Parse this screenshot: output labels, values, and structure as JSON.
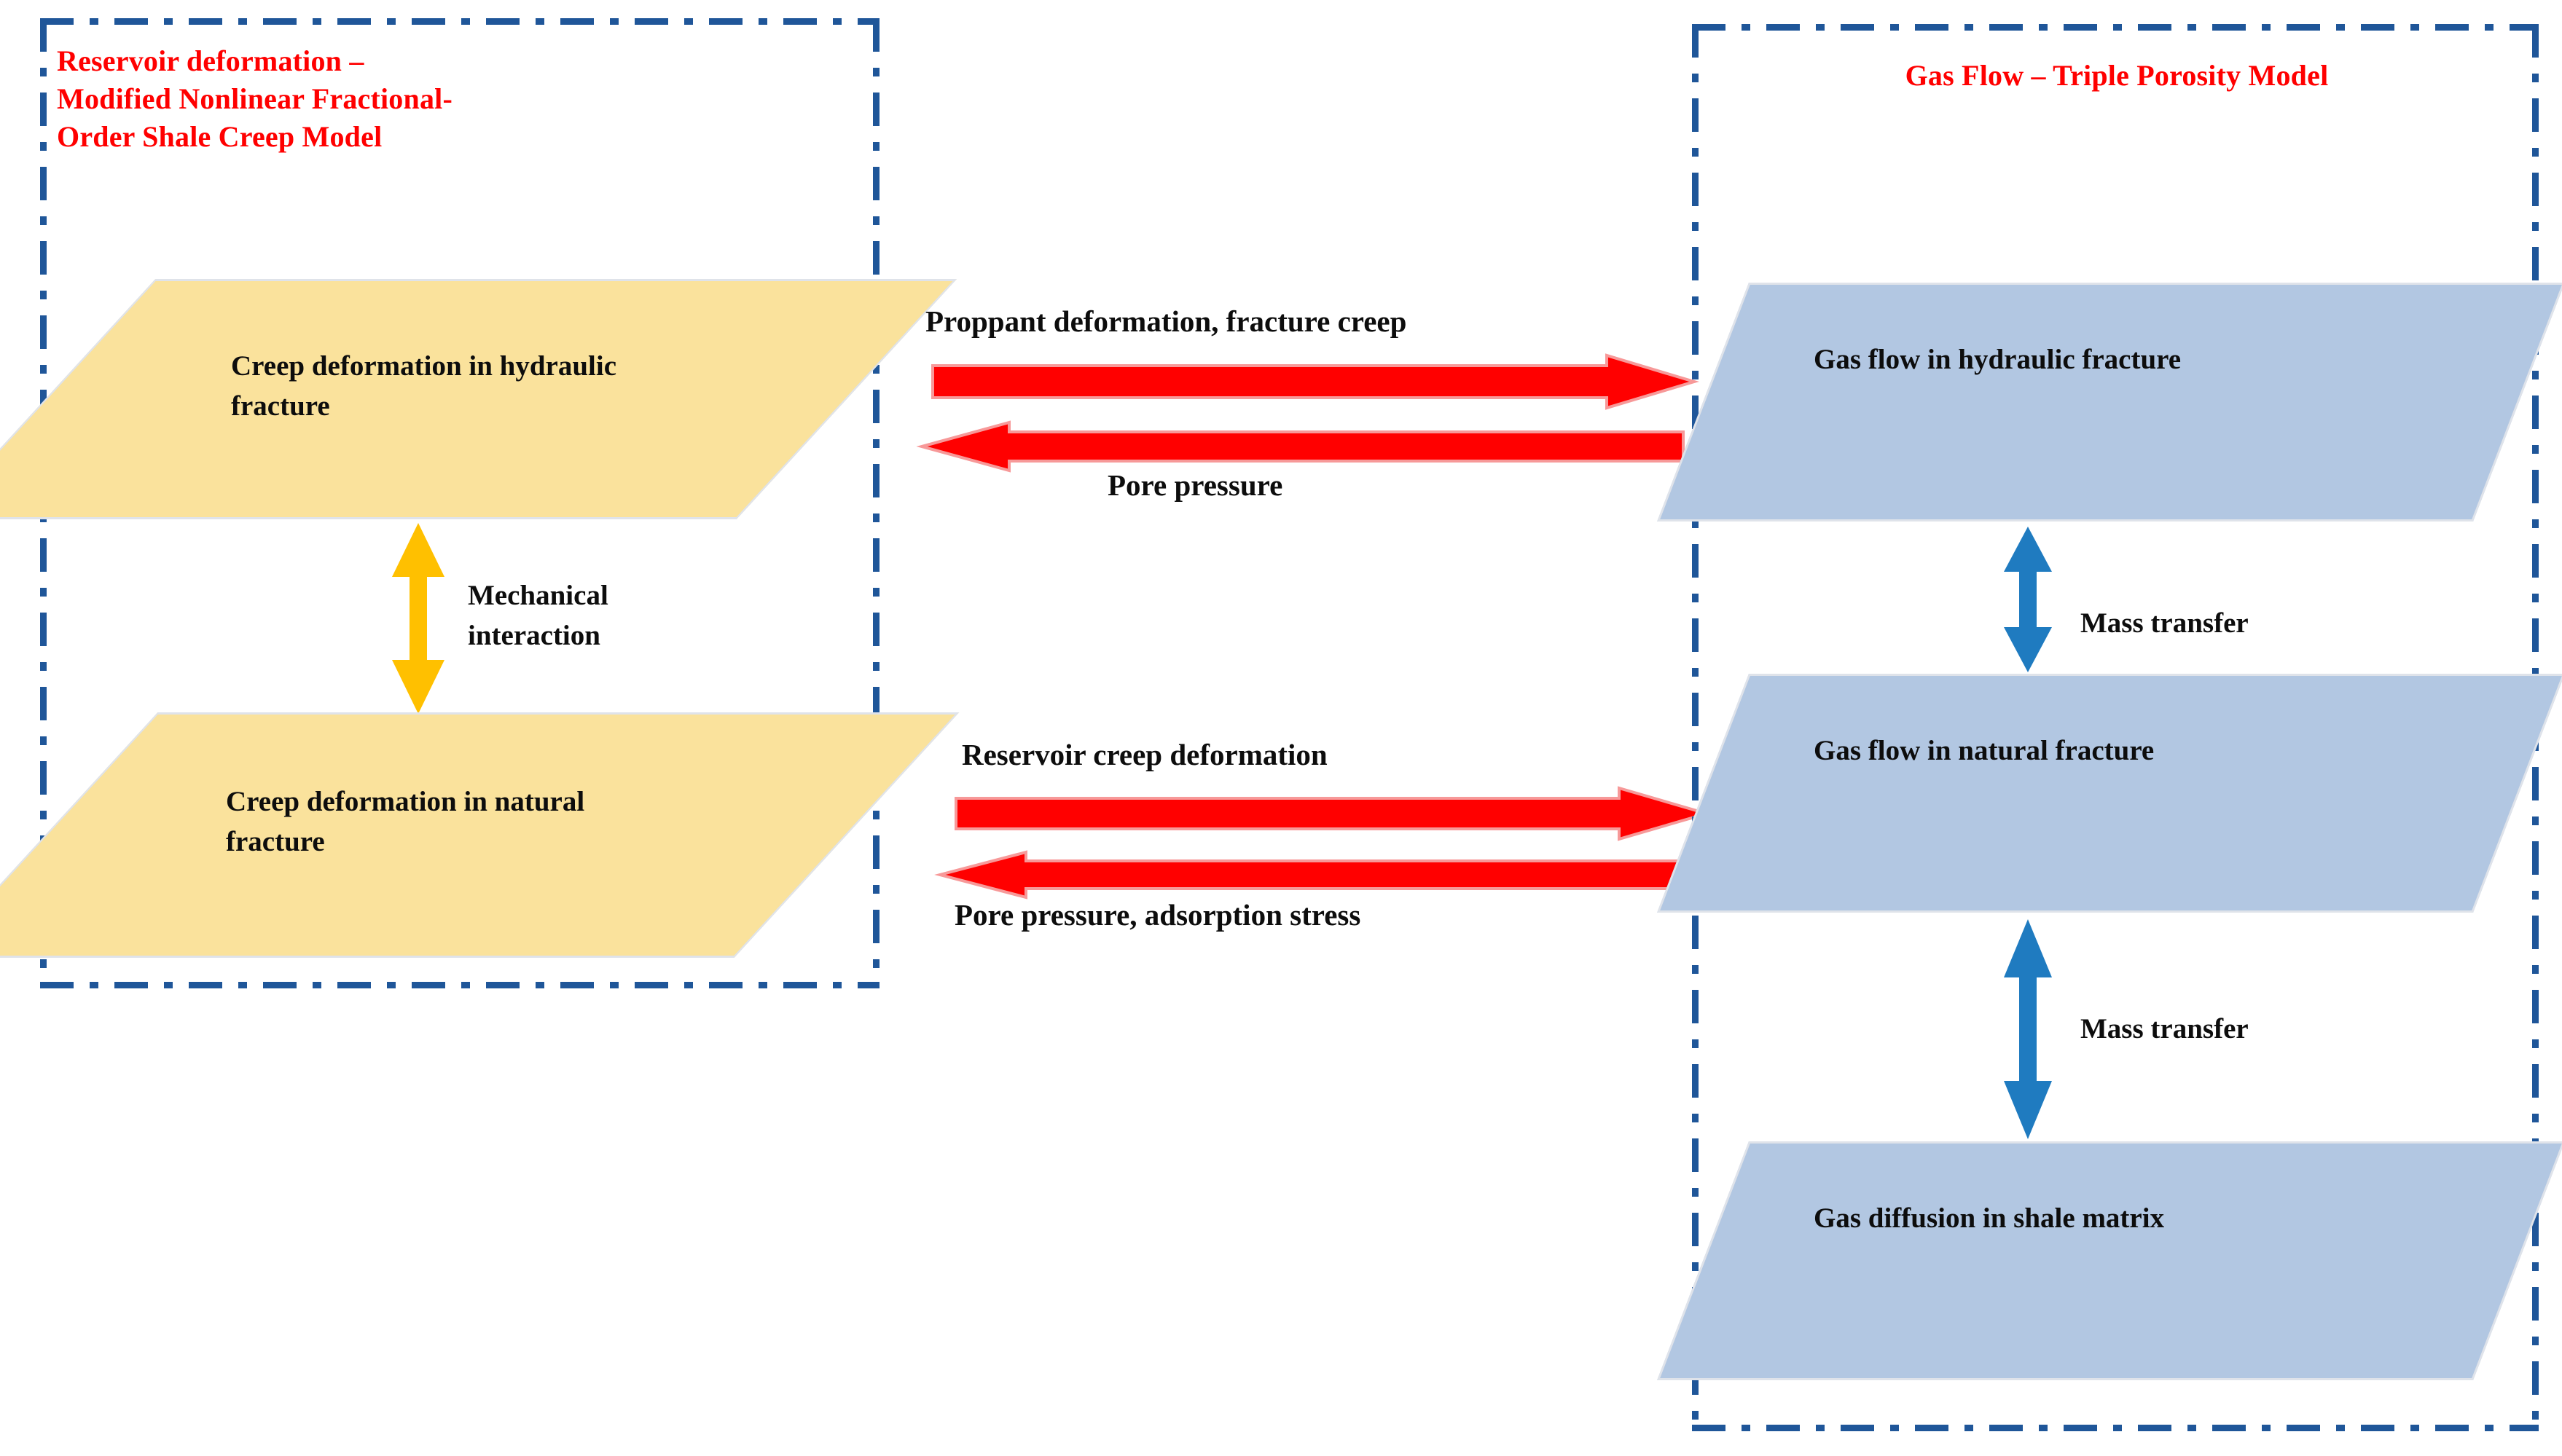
{
  "figure": {
    "kind": "coupled-model-flow-diagram",
    "background_color": "#FFFFFF",
    "panel_border_color": "#1F5699",
    "title_color": "#FF0000",
    "yellow_fill": "#FAE29C",
    "blue_fill": "#B2C7E2",
    "red_arrow_color": "#FF0000",
    "yellow_arrow_color": "#FFC000",
    "blue_arrow_color": "#1F7BC0"
  },
  "left_panel": {
    "title": "Reservoir  deformation  – Modified Nonlinear Fractional-Order Shale Creep Model",
    "boxes": [
      {
        "label": "Creep deformation in hydraulic fracture",
        "shape": "parallelogram",
        "fill": "#FAE29C"
      },
      {
        "label": "Creep deformation in natural fracture",
        "shape": "parallelogram",
        "fill": "#FAE29C"
      }
    ],
    "internal_link": {
      "label": "Mechanical interaction",
      "arrow": "vertical-double-arrow",
      "color": "#FFC000"
    }
  },
  "right_panel": {
    "title": "Gas Flow – Triple Porosity  Model",
    "boxes": [
      {
        "label": "Gas flow in hydraulic fracture",
        "shape": "parallelogram",
        "fill": "#B2C7E2"
      },
      {
        "label": "Gas flow in natural fracture",
        "shape": "parallelogram",
        "fill": "#B2C7E2"
      },
      {
        "label": "Gas diffusion in shale matrix",
        "shape": "parallelogram",
        "fill": "#B2C7E2"
      }
    ],
    "internal_links": [
      {
        "label": "Mass transfer",
        "arrow": "vertical-double-arrow",
        "color": "#1F7BC0"
      },
      {
        "label": "Mass transfer",
        "arrow": "vertical-double-arrow",
        "color": "#1F7BC0"
      }
    ]
  },
  "couplings": [
    {
      "group": "hydraulic-fracture-coupling",
      "forward": {
        "label": "Proppant deformation, fracture creep",
        "direction": "left-to-right",
        "color": "#FF0000"
      },
      "backward": {
        "label": "Pore pressure",
        "direction": "right-to-left",
        "color": "#FF0000"
      }
    },
    {
      "group": "natural-fracture-coupling",
      "forward": {
        "label": "Reservoir creep deformation",
        "direction": "left-to-right",
        "color": "#FF0000"
      },
      "backward": {
        "label": "Pore pressure, adsorption stress",
        "direction": "right-to-left",
        "color": "#FF0000"
      }
    }
  ]
}
